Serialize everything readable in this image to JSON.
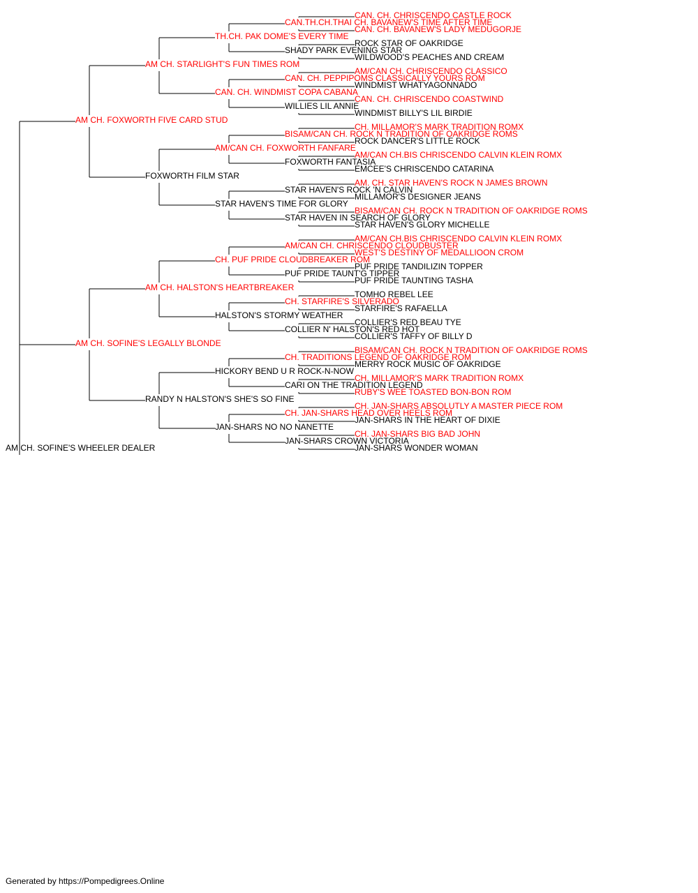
{
  "colors": {
    "titled": "#ff0000",
    "plain": "#000000",
    "line": "#000000"
  },
  "pedigree": {
    "name": "AM CH. SOFINE'S WHEELER DEALER",
    "titled": false,
    "sire": {
      "name": "AM CH. FOXWORTH FIVE CARD STUD",
      "titled": true,
      "sire": {
        "name": "AM CH. STARLIGHT'S FUN TIMES ROM",
        "titled": true,
        "sire": {
          "name": "TH.CH. PAK DOME'S EVERY TIME",
          "titled": true,
          "sire": {
            "name": "CAN.TH.CH.THAI CH. BAVANEW'S TIME AFTER TIME",
            "titled": true,
            "sire": {
              "name": "CAN. CH. CHRISCENDO CASTLE ROCK",
              "titled": true
            },
            "dam": {
              "name": "CAN. CH. BAVANEW'S LADY MEDUGORJE",
              "titled": true
            }
          },
          "dam": {
            "name": "SHADY PARK EVENING STAR",
            "titled": false,
            "sire": {
              "name": "ROCK STAR OF OAKRIDGE",
              "titled": false
            },
            "dam": {
              "name": "WILDWOOD'S PEACHES AND CREAM",
              "titled": false
            }
          }
        },
        "dam": {
          "name": "CAN. CH. WINDMIST COPA CABANA",
          "titled": true,
          "sire": {
            "name": "CAN. CH. PEPPIPOMS CLASSICALLY YOURS ROM",
            "titled": true,
            "sire": {
              "name": "AM/CAN CH. CHRISCENDO CLASSICO",
              "titled": true
            },
            "dam": {
              "name": "WINDMIST WHATYAGONNADO",
              "titled": false
            }
          },
          "dam": {
            "name": "WILLIES LIL ANNIE",
            "titled": false,
            "sire": {
              "name": "CAN. CH. CHRISCENDO COASTWIND",
              "titled": true
            },
            "dam": {
              "name": "WINDMIST BILLY'S LIL BIRDIE",
              "titled": false
            }
          }
        }
      },
      "dam": {
        "name": "FOXWORTH FILM STAR",
        "titled": false,
        "sire": {
          "name": "AM/CAN CH. FOXWORTH FANFARE",
          "titled": true,
          "sire": {
            "name": "BISAM/CAN CH. ROCK N TRADITION OF OAKRIDGE ROMS",
            "titled": true,
            "sire": {
              "name": "CH. MILLAMOR'S MARK TRADITION ROMX",
              "titled": true
            },
            "dam": {
              "name": "ROCK DANCER'S LITTLE ROCK",
              "titled": false
            }
          },
          "dam": {
            "name": "FOXWORTH FANTASIA",
            "titled": false,
            "sire": {
              "name": "AM/CAN CH.BIS CHRISCENDO CALVIN KLEIN ROMX",
              "titled": true
            },
            "dam": {
              "name": "EMCEE'S CHRISCENDO CATARINA",
              "titled": false
            }
          }
        },
        "dam": {
          "name": "STAR HAVEN'S TIME FOR GLORY",
          "titled": false,
          "sire": {
            "name": "STAR HAVEN'S ROCK 'N CALVIN",
            "titled": false,
            "sire": {
              "name": "AM. CH. STAR HAVEN'S ROCK N JAMES BROWN",
              "titled": true
            },
            "dam": {
              "name": "MILLAMOR'S DESIGNER JEANS",
              "titled": false
            }
          },
          "dam": {
            "name": "STAR HAVEN IN SEARCH OF GLORY",
            "titled": false,
            "sire": {
              "name": "BISAM/CAN CH. ROCK N TRADITION OF OAKRIDGE ROMS",
              "titled": true
            },
            "dam": {
              "name": "STAR HAVEN'S GLORY MICHELLE",
              "titled": false
            }
          }
        }
      }
    },
    "dam": {
      "name": "AM CH. SOFINE'S LEGALLY BLONDE",
      "titled": true,
      "sire": {
        "name": "AM CH. HALSTON'S HEARTBREAKER",
        "titled": true,
        "sire": {
          "name": "CH. PUF PRIDE CLOUDBREAKER ROM",
          "titled": true,
          "sire": {
            "name": "AM/CAN CH. CHRISCENDO CLOUDBUSTER",
            "titled": true,
            "sire": {
              "name": "AM/CAN CH.BIS CHRISCENDO CALVIN KLEIN ROMX",
              "titled": true
            },
            "dam": {
              "name": "WEST'S DESTINY OF MEDALLIOON CROM",
              "titled": true
            }
          },
          "dam": {
            "name": "PUF PRIDE TAUNT'G TIPPER",
            "titled": false,
            "sire": {
              "name": "PUF PRIDE TANDILIZIN TOPPER",
              "titled": false
            },
            "dam": {
              "name": "PUF PRIDE TAUNTING TASHA",
              "titled": false
            }
          }
        },
        "dam": {
          "name": "HALSTON'S STORMY WEATHER",
          "titled": false,
          "sire": {
            "name": "CH. STARFIRE'S SILVERADO",
            "titled": true,
            "sire": {
              "name": "TOMHO REBEL LEE",
              "titled": false
            },
            "dam": {
              "name": "STARFIRE'S RAFAELLA",
              "titled": false
            }
          },
          "dam": {
            "name": "COLLIER N' HALSTON'S RED HOT",
            "titled": false,
            "sire": {
              "name": "COLLIER'S RED BEAU TYE",
              "titled": false
            },
            "dam": {
              "name": "COLLIER'S TAFFY OF BILLY D",
              "titled": false
            }
          }
        }
      },
      "dam": {
        "name": "RANDY N HALSTON'S SHE'S SO FINE",
        "titled": false,
        "sire": {
          "name": "HICKORY BEND U R ROCK-N-NOW",
          "titled": false,
          "sire": {
            "name": "CH. TRADITIONS LEGEND OF OAKRIDGE ROM",
            "titled": true,
            "sire": {
              "name": "BISAM/CAN CH. ROCK N TRADITION OF OAKRIDGE ROMS",
              "titled": true
            },
            "dam": {
              "name": "MERRY ROCK MUSIC OF OAKRIDGE",
              "titled": false
            }
          },
          "dam": {
            "name": "CARI ON THE TRADITION LEGEND",
            "titled": false,
            "sire": {
              "name": "CH. MILLAMOR'S MARK TRADITION ROMX",
              "titled": true
            },
            "dam": {
              "name": "RUBY'S WEE TOASTED BON-BON ROM",
              "titled": true
            }
          }
        },
        "dam": {
          "name": "JAN-SHARS NO NO NANETTE",
          "titled": false,
          "sire": {
            "name": "CH. JAN-SHARS HEAD OVER HEELS ROM",
            "titled": true,
            "sire": {
              "name": "CH. JAN-SHARS ABSOLUTLY A MASTER PIECE ROM",
              "titled": true
            },
            "dam": {
              "name": "JAN-SHARS IN THE HEART OF DIXIE",
              "titled": false
            }
          },
          "dam": {
            "name": "JAN-SHARS CROWN VICTORIA",
            "titled": false,
            "sire": {
              "name": "CH. JAN-SHARS BIG BAD JOHN",
              "titled": true
            },
            "dam": {
              "name": "JAN-SHARS WONDER WOMAN",
              "titled": false
            }
          }
        }
      }
    }
  },
  "footer": "Generated by https://Pompedigrees.Online"
}
